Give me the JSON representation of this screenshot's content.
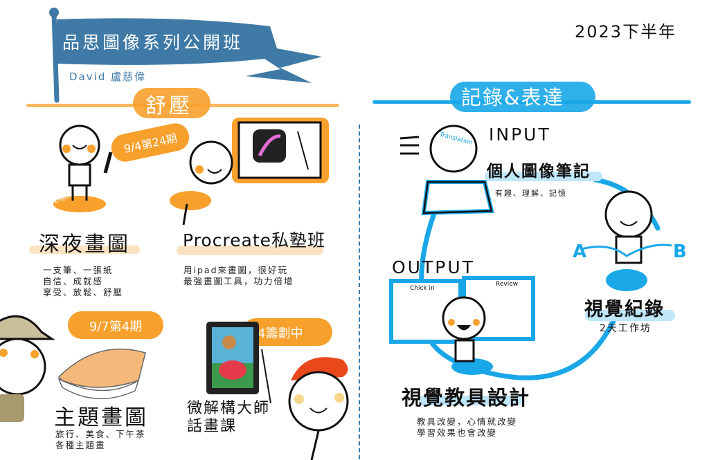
{
  "header": {
    "title": "品思圖像系列公開班",
    "author": "David 盧慈偉",
    "year": "2023下半年"
  },
  "left": {
    "section_title": "舒壓",
    "cards": [
      {
        "title": "深夜畫圖",
        "badge": "9/4第24期",
        "lines": [
          "一支筆、一張紙",
          "自信、成就感",
          "享受、放鬆、舒壓"
        ],
        "sticker": "ENJOY"
      },
      {
        "title": "Procreate私塾班",
        "lines": [
          "用ipad來畫圖，很好玩",
          "最強畫圖工具，功力倍增"
        ]
      },
      {
        "title": "主題畫圖",
        "badge": "9/7第4期",
        "lines": [
          "旅行、美食、下午茶",
          "各種主題畫"
        ]
      },
      {
        "title_lines": [
          "微解構大師",
          "話畫課"
        ],
        "badge": "4籌劃中"
      }
    ]
  },
  "right": {
    "section_title": "記錄&表達",
    "input_label": "INPUT",
    "output_label": "OUTPUT",
    "head_text": "Translation",
    "board_left": "Chick in",
    "board_right": "Review",
    "nodes": [
      {
        "title": "個人圖像筆記",
        "lines": [
          "有趣、理解、記憶"
        ]
      },
      {
        "title": "視覺紀錄",
        "lines": [
          "2天工作坊"
        ]
      },
      {
        "title": "視覺教具設計",
        "lines": [
          "教具改變，心情就改變",
          "學習效果也會改變"
        ]
      }
    ]
  },
  "colors": {
    "banner": "#3f7aa6",
    "orange": "#f7a02c",
    "blue": "#1aa7e8"
  }
}
